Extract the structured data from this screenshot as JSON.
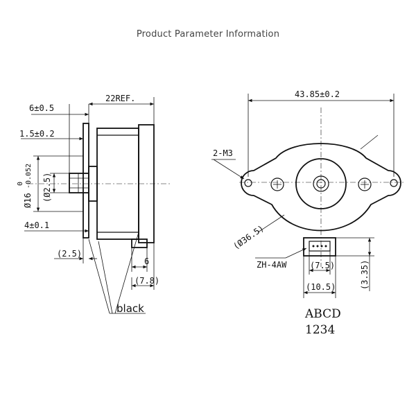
{
  "page": {
    "title": "Product Parameter Information"
  },
  "side_view": {
    "dim_6": "6±0.5",
    "dim_22ref": "22REF.",
    "dim_1_5": "1.5±0.2",
    "dim_dia16": "Ø16",
    "tol_upper": "0",
    "tol_lower": "-0.052",
    "dim_dia2_5": "(Ø2.5)",
    "dim_4": "4±0.1",
    "dim_2_5": "(2.5)",
    "dim_6b": "6",
    "dim_7_8": "(7.8)",
    "label_black": "black"
  },
  "front_view": {
    "dim_43_85": "43.85±0.2",
    "label_2m3": "2-M3",
    "dim_dia36_5": "(Ø36.5)",
    "label_connector": "ZH-4AW",
    "dim_7_5": "(7.5)",
    "dim_3_35": "(3.35)",
    "dim_10_5": "(10.5)",
    "pins_letters": "ABCD",
    "pins_numbers": "1234"
  }
}
